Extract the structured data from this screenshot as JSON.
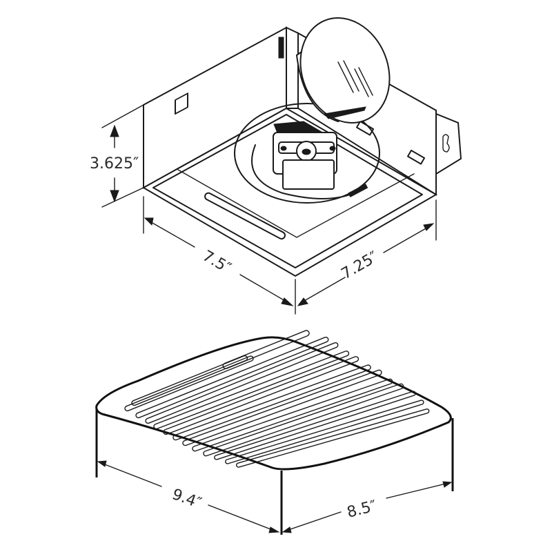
{
  "diagram": {
    "top_view": {
      "name": "fan-housing",
      "dimensions": {
        "height": "3.625″",
        "length": "7.5″",
        "width": "7.25″"
      }
    },
    "bottom_view": {
      "name": "grille",
      "dimensions": {
        "length": "9.4″",
        "width": "8.5″"
      }
    },
    "colors": {
      "line": "#1a1a1a",
      "text": "#2a2a2a",
      "background": "#ffffff"
    }
  }
}
